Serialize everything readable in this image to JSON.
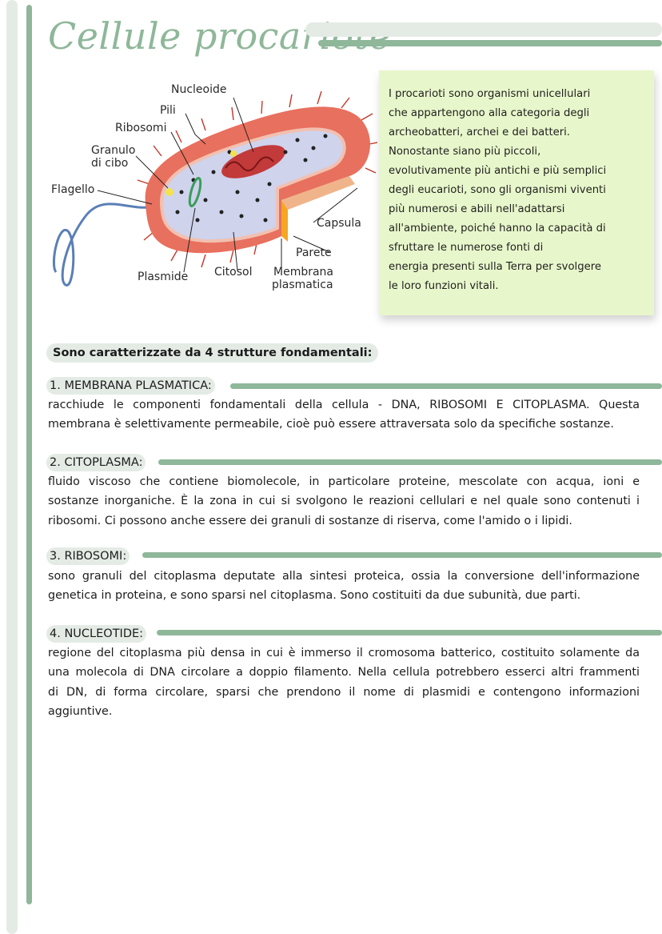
{
  "title": "Cellule procariote",
  "diagram_labels": {
    "nucleoide": "Nucleoide",
    "pili": "Pili",
    "ribosomi": "Ribosomi",
    "granulo": "Granulo",
    "di_cibo": "di cibo",
    "flagello": "Flagello",
    "capsula": "Capsula",
    "parete": "Parete",
    "plasmide": "Plasmide",
    "citosol": "Citosol",
    "membrana": "Membrana",
    "plasmatica": "plasmatica"
  },
  "info_lines": [
    "I procarioti sono organismi unicellulari",
    "che appartengono alla categoria degli",
    "archeobatteri, archei e dei batteri.",
    "Nonostante siano più piccoli,",
    "evolutivamente più antichi e più semplici",
    "degli eucarioti, sono gli organismi viventi",
    "più numerosi e abili nell'adattarsi",
    "all'ambiente, poiché hanno la capacità di",
    "sfruttare le numerose fonti di",
    "energia presenti sulla Terra per svolgere",
    "le loro funzioni vitali."
  ],
  "subtitle": "Sono caratterizzate da 4 strutture fondamentali:",
  "sections": [
    {
      "number": "1.",
      "heading": "MEMBRANA PLASMATICA:",
      "lines": [
        "racchiude le componenti fondamentali della cellula - DNA, RIBOSOMI E CITOPLASMA. Questa",
        "membrana è selettivamente permeabile, cioè può essere attraversata solo da specifiche sostanze."
      ]
    },
    {
      "number": "2.",
      "heading": "CITOPLASMA:",
      "lines": [
        "fluido viscoso che contiene biomolecole, in particolare proteine, mescolate con acqua, ioni e",
        "sostanze inorganiche. È la zona in cui si svolgono le reazioni cellulari e nel quale sono contenuti i",
        "ribosomi. Ci possono anche essere dei granuli di sostanze di riserva, come l'amido o i lipidi."
      ]
    },
    {
      "number": "3.",
      "heading": "RIBOSOMI:",
      "lines": [
        "sono granuli del citoplasma deputate alla sintesi proteica, ossia la conversione dell'informazione",
        "genetica in proteina, e sono sparsi nel citoplasma. Sono costituiti da due subunità, due parti."
      ]
    },
    {
      "number": "4.",
      "heading": "NUCLEOTIDE:",
      "lines": [
        "regione del citoplasma più densa in cui è immerso il cromosoma batterico, costituito solamente da",
        "una molecola di DNA circolare a doppio filamento. Nella cellula potrebbero esserci altri frammenti",
        "di DN, di forma circolare, sparsi che prendono il nome di plasmidi e contengono informazioni",
        "aggiuntive."
      ]
    }
  ],
  "colors": {
    "accent_green": "#8fb79a",
    "light_green": "#e4ebe5",
    "box_green": "#e8f7cb",
    "cell_red": "#e8705e"
  }
}
